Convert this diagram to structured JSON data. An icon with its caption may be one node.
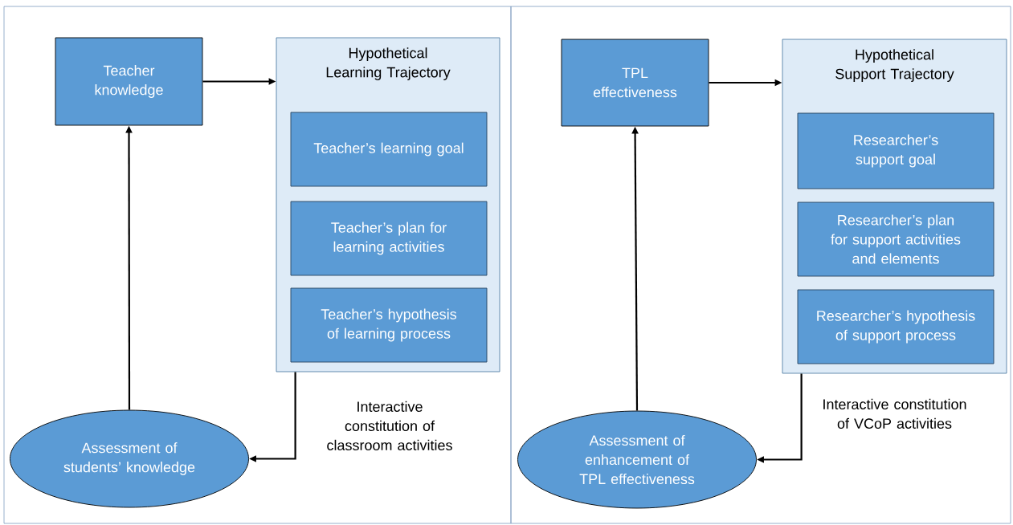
{
  "diagram": {
    "nodes": [
      {
        "text": [],
        "shape": "box"
      },
      {
        "text": [
          "Teacher knowledge"
        ],
        "in": 0
      },
      {
        "text": [
          "Hypothetical Learning Trajectory"
        ],
        "in": 0
      },
      {
        "text": [
          "Teacher’s learning goal"
        ],
        "in": 2
      },
      {
        "text": [
          "Teacher’s plan for learning activities"
        ],
        "in": 2
      },
      {
        "text": [
          "Teacher’s hypothesis of learning process"
        ],
        "in": 2
      },
      {
        "text": [
          "Assessment of students’ knowledge"
        ],
        "in": 0
      },
      {
        "text": [],
        "shape": "box"
      },
      {
        "text": [
          "TPL effectiveness"
        ],
        "in": 7
      },
      {
        "text": [
          "Hypothetical Support Trajectory"
        ],
        "in": 7
      },
      {
        "text": [
          "Researcher’s support goal"
        ],
        "in": 9
      },
      {
        "text": [
          "Researcher’s plan for support activities and elements"
        ],
        "in": 9
      },
      {
        "text": [
          "Researcher’s hypothesis of support process"
        ],
        "in": 9
      },
      {
        "text": [
          "Assessment of enhancement of TPL effectiveness"
        ],
        "in": 7
      }
    ],
    "edges": [
      {
        "from": 1,
        "to": 2,
        "arrow": "to"
      },
      {
        "from": 6,
        "to": 1,
        "arrow": "to"
      },
      {
        "from": 2,
        "to": 6,
        "arrow": "to",
        "label": "Interactive constitution of classroom activities"
      },
      {
        "from": 8,
        "to": 9,
        "arrow": "to"
      },
      {
        "from": 13,
        "to": 8,
        "arrow": "to"
      },
      {
        "from": 9,
        "to": 13,
        "arrow": "to",
        "label": "Interactive constitution of VCoP activities"
      }
    ]
  }
}
